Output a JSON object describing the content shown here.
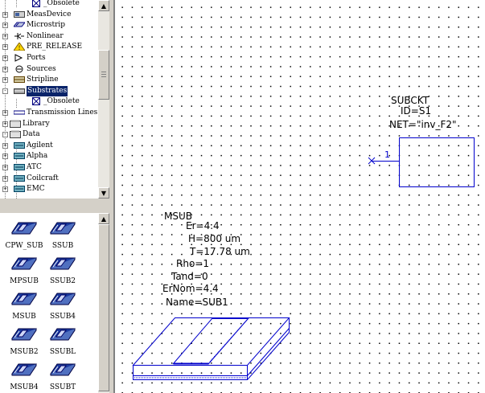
{
  "tree": {
    "items": [
      {
        "label": "_Obsolete",
        "icon": "obsolete-icon",
        "expander": ""
      },
      {
        "label": "MeasDevice",
        "icon": "measdevice-icon",
        "expander": "+"
      },
      {
        "label": "Microstrip",
        "icon": "microstrip-icon",
        "expander": "+"
      },
      {
        "label": "Nonlinear",
        "icon": "nonlinear-icon",
        "expander": "+"
      },
      {
        "label": "PRE_RELEASE",
        "icon": "warning-icon",
        "expander": "+"
      },
      {
        "label": "Ports",
        "icon": "ports-icon",
        "expander": "+"
      },
      {
        "label": "Sources",
        "icon": "sources-icon",
        "expander": "+"
      },
      {
        "label": "Stripline",
        "icon": "stripline-icon",
        "expander": "+"
      },
      {
        "label": "Substrates",
        "icon": "substrates-icon",
        "expander": "-"
      },
      {
        "label": "_Obsolete",
        "icon": "obsolete-icon",
        "expander": ""
      },
      {
        "label": "Transmission Lines",
        "icon": "tline-icon",
        "expander": "+"
      },
      {
        "label": "Library",
        "icon": "library-icon",
        "expander": "+"
      },
      {
        "label": "Data",
        "icon": "data-icon",
        "expander": "-"
      },
      {
        "label": "Agilent",
        "icon": "vendor-icon",
        "expander": "+"
      },
      {
        "label": "Alpha",
        "icon": "vendor-icon",
        "expander": "+"
      },
      {
        "label": "ATC",
        "icon": "vendor-icon",
        "expander": "+"
      },
      {
        "label": "Coilcraft",
        "icon": "vendor-icon",
        "expander": "+"
      },
      {
        "label": "EMC",
        "icon": "vendor-icon",
        "expander": "+"
      }
    ]
  },
  "palette": {
    "items": [
      {
        "label": "CPW_SUB",
        "icon": "cpw-sub-icon"
      },
      {
        "label": "SSUB",
        "icon": "ssub-icon"
      },
      {
        "label": "MPSUB",
        "icon": "mpsub-icon"
      },
      {
        "label": "SSUB2",
        "icon": "ssub2-icon"
      },
      {
        "label": "MSUB",
        "icon": "msub-icon"
      },
      {
        "label": "SSUB4",
        "icon": "ssub4-icon"
      },
      {
        "label": "MSUB2",
        "icon": "msub2-icon"
      },
      {
        "label": "SSUBL",
        "icon": "ssubl-icon"
      },
      {
        "label": "MSUB4",
        "icon": "msub4-icon"
      },
      {
        "label": "SSUBT",
        "icon": "ssubt-icon"
      }
    ]
  },
  "subckt": {
    "title": "SUBCKT",
    "id": "ID=S1",
    "net": "NET=\"inv_F2\"",
    "pin": "1"
  },
  "msub": {
    "title": "MSUB",
    "params": [
      "Er=4.4",
      "H=800 um",
      "T=17.78 um",
      "Rho=1",
      "Tand=0",
      "ErNom=4.4",
      "Name=SUB1"
    ]
  },
  "colors": {
    "schematic_blue": "#0000cc",
    "selection": "#0a246a"
  }
}
